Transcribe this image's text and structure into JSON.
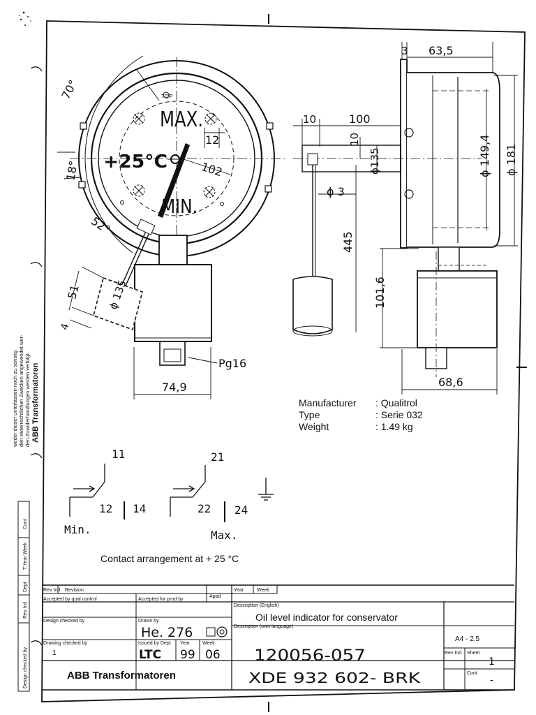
{
  "gauge": {
    "top_mark": "TOP",
    "max_label": "MAX.",
    "min_label": "MIN.",
    "temp_label": "+25°C",
    "angle_70": "70°",
    "angle_18": "18°",
    "angle_52": "52°",
    "dim_12": "12",
    "dim_102": "102",
    "dim_51": "51",
    "dim_4": "4",
    "dim_phi135": "ϕ 135",
    "dim_749": "74,9",
    "pg16": "Pg16"
  },
  "side_view": {
    "dim_3": "3",
    "dim_635": "63,5",
    "dim_10a": "10",
    "dim_100": "100",
    "dim_10b": "10",
    "dim_phi135": "ϕ135",
    "dim_phi3": "ϕ 3",
    "dim_445": "445",
    "dim_1016": "101,6",
    "dim_phi1494": "ϕ 149,4",
    "dim_phi181": "ϕ 181",
    "dim_686": "68,6"
  },
  "specs": {
    "manufacturer_label": "Manufacturer",
    "manufacturer_value": ": Qualitrol",
    "type_label": "Type",
    "type_value": ": Serie 032",
    "weight_label": "Weight",
    "weight_value": ": 1.49 kg"
  },
  "contacts": {
    "c11": "11",
    "c12": "12",
    "c14": "14",
    "c21": "21",
    "c22": "22",
    "c24": "24",
    "min_label": "Min.",
    "max_label": "Max.",
    "caption": "Contact arrangement at + 25 °C"
  },
  "margin_note": {
    "line1": "weder dieser unterlassen noch zu sonstig",
    "line2": "den widerrechtlichen Zwecken angewendet wer-",
    "line3": "den.Zuwiderhandlungen werden verfolgt.",
    "company": "ABB Transformatoren"
  },
  "side_strip": {
    "cont": "Cont",
    "t_year_week": "T.Year Week",
    "dept": "Dept",
    "rev_ind": "Rev Ind",
    "design_checked_by": "Design checked by"
  },
  "title_block": {
    "rev_ind": "Rev Ind",
    "revision": "Revision",
    "appd": "Appd",
    "year": "Year",
    "week": "Week",
    "accepted_qual": "Accepted by qual control",
    "accepted_prod": "Accepted for prod by",
    "desc_english_label": "Description (English)",
    "desc_english": "Oil level indicator for conservator",
    "desc_own_label": "Description (own language)",
    "design_checked": "Design checked by",
    "drawn_by": "Drawn by",
    "drawn_by_value": "He. 276",
    "drawing_checked": "Drawing checked by",
    "drawing_checked_value": "1",
    "issued_by_dept": "Issued by Dept",
    "year2": "Year",
    "week2": "Week",
    "issued_dept_value": "LTC",
    "issued_year_value": "99",
    "issued_week_value": "06",
    "doc_number": "120056-057",
    "format": "A4 - 2.5",
    "rev_ind2": "Rev Ind",
    "sheet": "Sheet",
    "sheet_value": "1",
    "company": "ABB Transformatoren",
    "drawing_code": "XDE 932 602- BRK",
    "cont": "Cont",
    "cont_value": "-"
  }
}
